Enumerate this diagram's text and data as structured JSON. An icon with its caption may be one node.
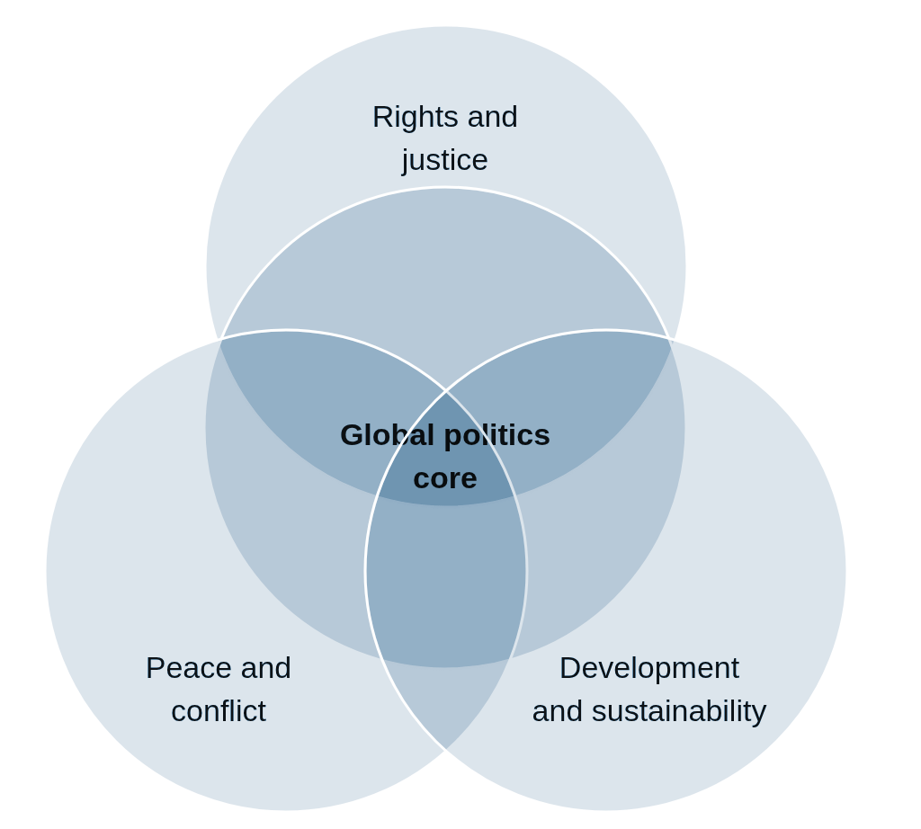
{
  "diagram": {
    "nodes": [
      {
        "text": [
          "Rights and justice"
        ]
      },
      {
        "text": [
          "Global politics core"
        ]
      },
      {
        "text": [
          "Peace and conflict"
        ]
      },
      {
        "text": [
          "Development and sustainability"
        ]
      }
    ]
  }
}
